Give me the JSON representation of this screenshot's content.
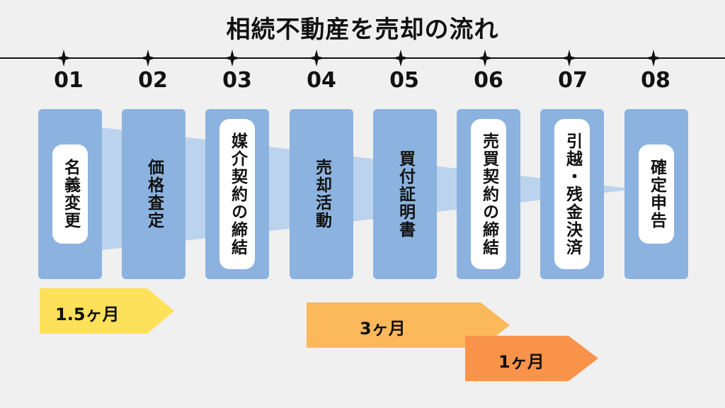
{
  "title": "相続不動産を売却の流れ",
  "colors": {
    "card": "#8cb3df",
    "funnel": "#bcd3ee",
    "arrow_yellow": "#fde15a",
    "arrow_orange_light": "#fcb95c",
    "arrow_orange_dark": "#f9934a"
  },
  "steps": [
    {
      "num": "01",
      "label": "名義変更"
    },
    {
      "num": "02",
      "label": "価格査定"
    },
    {
      "num": "03",
      "label": "媒介契約の締結"
    },
    {
      "num": "04",
      "label": "売却活動"
    },
    {
      "num": "05",
      "label": "買付証明書"
    },
    {
      "num": "06",
      "label": "売買契約の締結"
    },
    {
      "num": "07",
      "label": "引越・残金決済"
    },
    {
      "num": "08",
      "label": "確定申告"
    }
  ],
  "durations": [
    {
      "label": "1.5ヶ月"
    },
    {
      "label": "3ヶ月"
    },
    {
      "label": "1ヶ月"
    }
  ]
}
